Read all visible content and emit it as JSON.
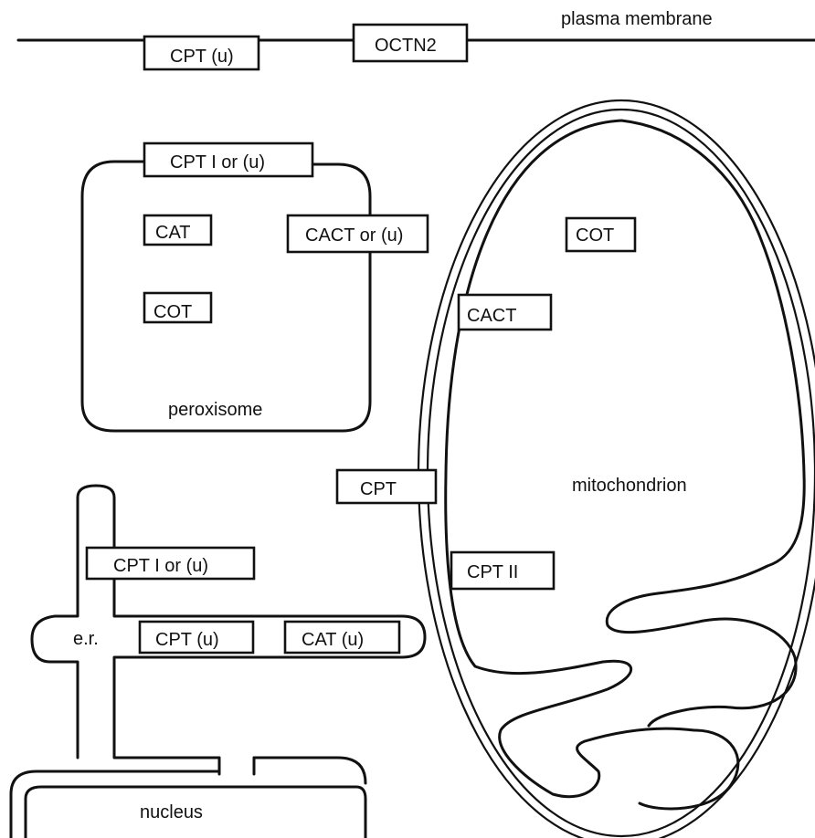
{
  "labels": {
    "plasma_membrane": "plasma membrane",
    "peroxisome": "peroxisome",
    "mitochondrion": "mitochondrion",
    "er": "e.r.",
    "nucleus": "nucleus"
  },
  "boxes": {
    "pm_cpt": "CPT (u)",
    "pm_octn2": "OCTN2",
    "perox_cpt": "CPT I or (u)",
    "perox_cat": "CAT",
    "perox_cact": "CACT or (u)",
    "perox_cot": "COT",
    "mito_cot": "COT",
    "mito_cact": "CACT",
    "mito_cpt": "CPT",
    "mito_cpt2": "CPT II",
    "er_cpt": "CPT I or (u)",
    "er_cpt_u": "CPT (u)",
    "er_cat_u": "CAT (u)"
  }
}
